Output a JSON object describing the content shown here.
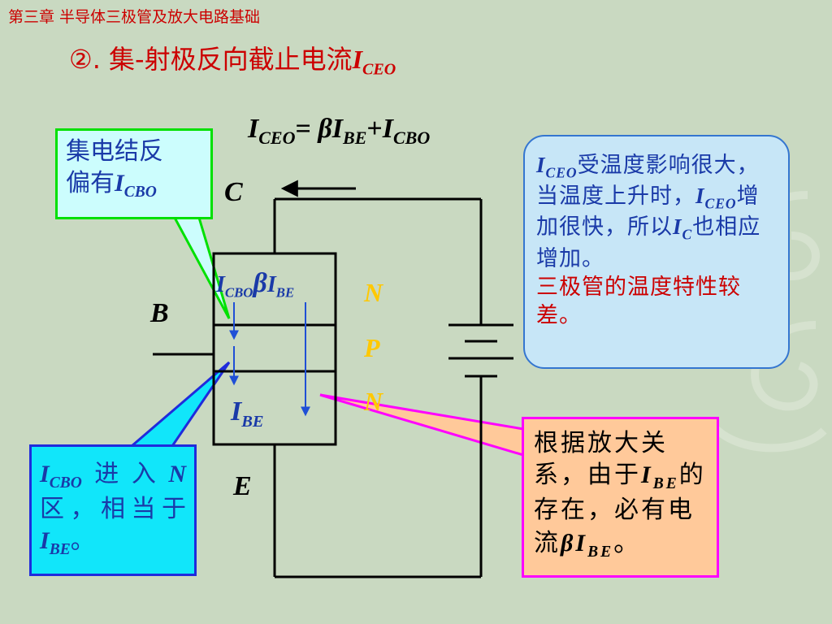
{
  "header": {
    "chapter": "第三章  半导体三极管及放大电路基础",
    "title_prefix": "②. 集-射极反向截止电流",
    "title_symbol": "I",
    "title_sub": "CEO"
  },
  "formula": {
    "lhs_symbol": "I",
    "lhs_sub": "CEO",
    "equals": "=",
    "beta": "β",
    "term1_symbol": "I",
    "term1_sub": "BE",
    "plus": "+",
    "term2_symbol": "I",
    "term2_sub": "CBO"
  },
  "circuit": {
    "terminal_c": "C",
    "terminal_b": "B",
    "terminal_e": "E",
    "region_n_top": "N",
    "region_p": "P",
    "region_n_bottom": "N",
    "label_icbo_symbol": "I",
    "label_icbo_sub": "CBO",
    "label_beta": "β",
    "label_ibe_top_symbol": "I",
    "label_ibe_top_sub": "BE",
    "label_ibe_bottom_symbol": "I",
    "label_ibe_bottom_sub": "BE"
  },
  "callouts": {
    "green": {
      "line1": "集电结反",
      "line2_prefix": "偏有",
      "line2_symbol": "I",
      "line2_sub": "CBO"
    },
    "blue": {
      "symbol": "I",
      "sub": "CBO",
      "text1": "进入",
      "n_symbol": "N",
      "text2": "区，相当于",
      "end_symbol": "I",
      "end_sub": "BE",
      "end_punct": "。"
    },
    "orange": {
      "text1": "根据放大关系，由于",
      "symbol1": "I",
      "sub1": "BE",
      "text2": "的存在，必有电流",
      "beta": "β",
      "symbol2": "I",
      "sub2": "BE",
      "end_punct": "。"
    },
    "round": {
      "symbol1": "I",
      "sub1": "CEO",
      "text1": "受温度影响很大，当温度上升时，",
      "symbol2": "I",
      "sub2": "CEO",
      "text2": "增加很快，所以",
      "symbol3": "I",
      "sub3": "C",
      "text3": "也相应增加。",
      "red_text": "三极管的温度特性较差。"
    }
  },
  "colors": {
    "background": "#c9d9c1",
    "title_red": "#cc0000",
    "text_blue": "#1a3aa8",
    "npn_yellow": "#ffc800",
    "arrow_blue": "#1f4fd6"
  }
}
